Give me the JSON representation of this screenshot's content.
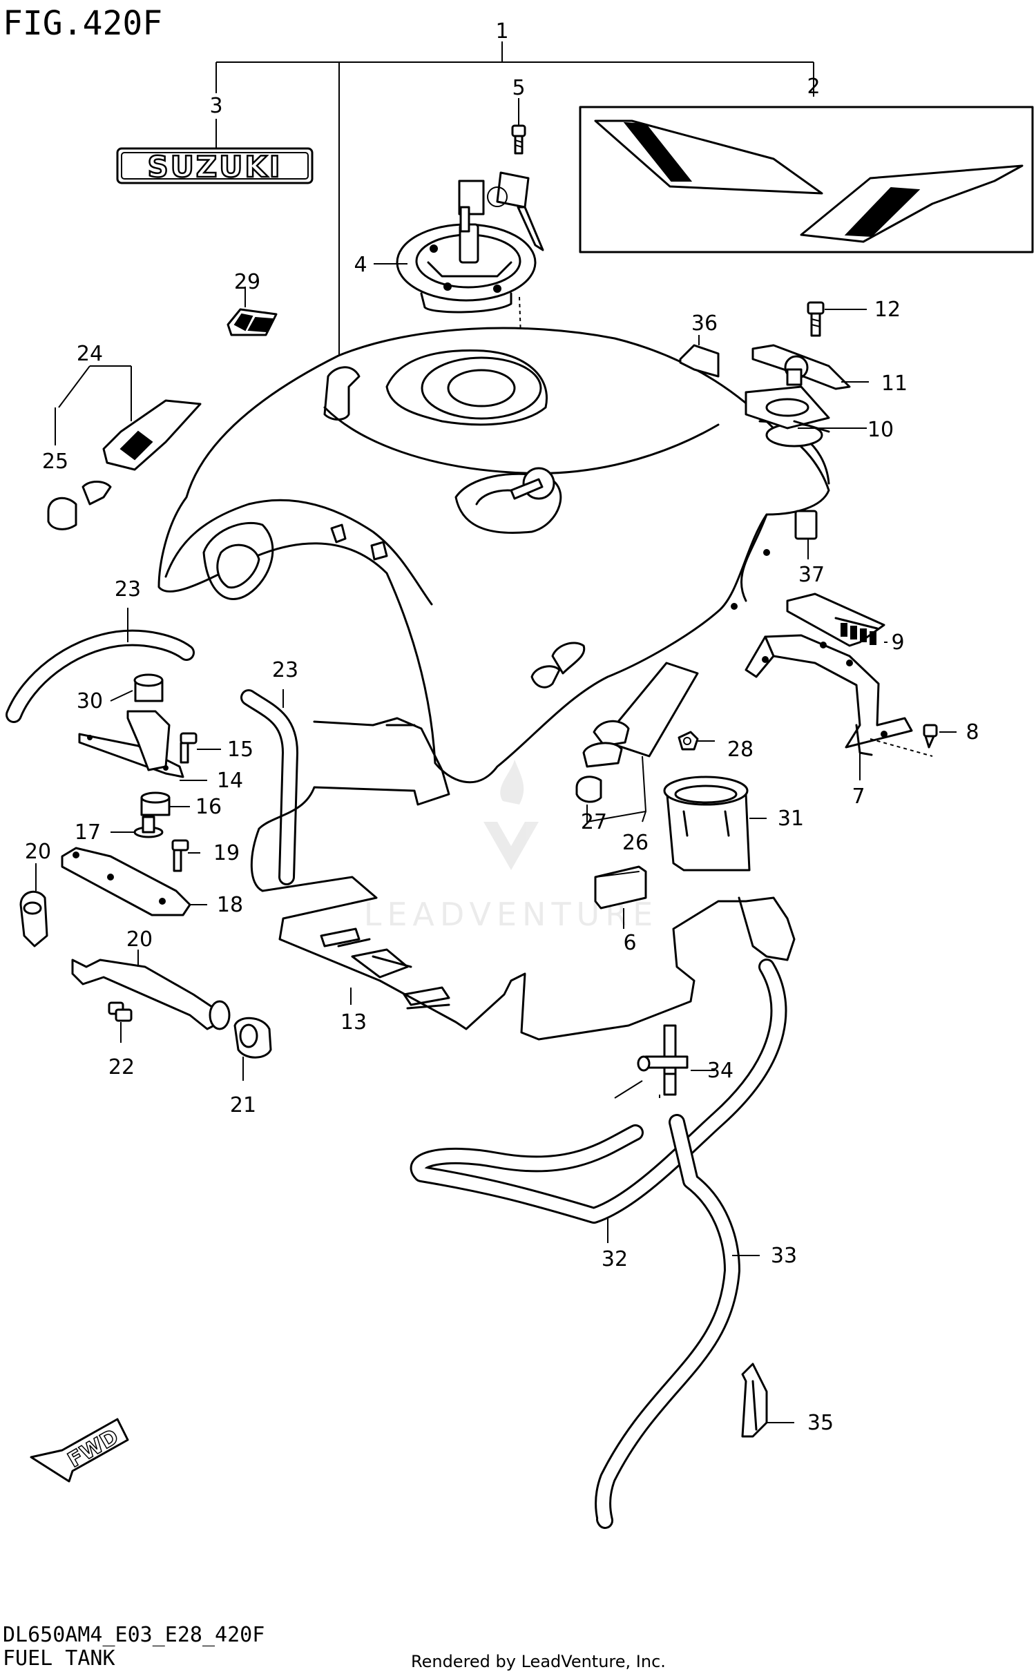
{
  "figure": {
    "title": "FIG.420F",
    "model_code": "DL650AM4_E03_E28_420F",
    "section_name": "FUEL TANK",
    "footer_credit": "Rendered by LeadVenture, Inc.",
    "watermark_text": "LEADVENTURE",
    "fwd_label": "FWD",
    "emblem_text": "SUZUKI"
  },
  "callouts": [
    {
      "id": "c1",
      "label": "1"
    },
    {
      "id": "c2",
      "label": "2"
    },
    {
      "id": "c3",
      "label": "3"
    },
    {
      "id": "c4",
      "label": "4"
    },
    {
      "id": "c5",
      "label": "5"
    },
    {
      "id": "c6",
      "label": "6"
    },
    {
      "id": "c7",
      "label": "7"
    },
    {
      "id": "c8",
      "label": "8"
    },
    {
      "id": "c9",
      "label": "9"
    },
    {
      "id": "c10",
      "label": "10"
    },
    {
      "id": "c11",
      "label": "11"
    },
    {
      "id": "c12",
      "label": "12"
    },
    {
      "id": "c13",
      "label": "13"
    },
    {
      "id": "c14",
      "label": "14"
    },
    {
      "id": "c15",
      "label": "15"
    },
    {
      "id": "c16",
      "label": "16"
    },
    {
      "id": "c17",
      "label": "17"
    },
    {
      "id": "c18",
      "label": "18"
    },
    {
      "id": "c19",
      "label": "19"
    },
    {
      "id": "c20a",
      "label": "20"
    },
    {
      "id": "c20b",
      "label": "20"
    },
    {
      "id": "c21",
      "label": "21"
    },
    {
      "id": "c22",
      "label": "22"
    },
    {
      "id": "c23a",
      "label": "23"
    },
    {
      "id": "c23b",
      "label": "23"
    },
    {
      "id": "c24",
      "label": "24"
    },
    {
      "id": "c25",
      "label": "25"
    },
    {
      "id": "c26",
      "label": "26"
    },
    {
      "id": "c27",
      "label": "27"
    },
    {
      "id": "c28",
      "label": "28"
    },
    {
      "id": "c29",
      "label": "29"
    },
    {
      "id": "c30",
      "label": "30"
    },
    {
      "id": "c31",
      "label": "31"
    },
    {
      "id": "c32",
      "label": "32"
    },
    {
      "id": "c33",
      "label": "33"
    },
    {
      "id": "c34",
      "label": "34"
    },
    {
      "id": "c35",
      "label": "35"
    },
    {
      "id": "c36",
      "label": "36"
    },
    {
      "id": "c37",
      "label": "37"
    }
  ]
}
